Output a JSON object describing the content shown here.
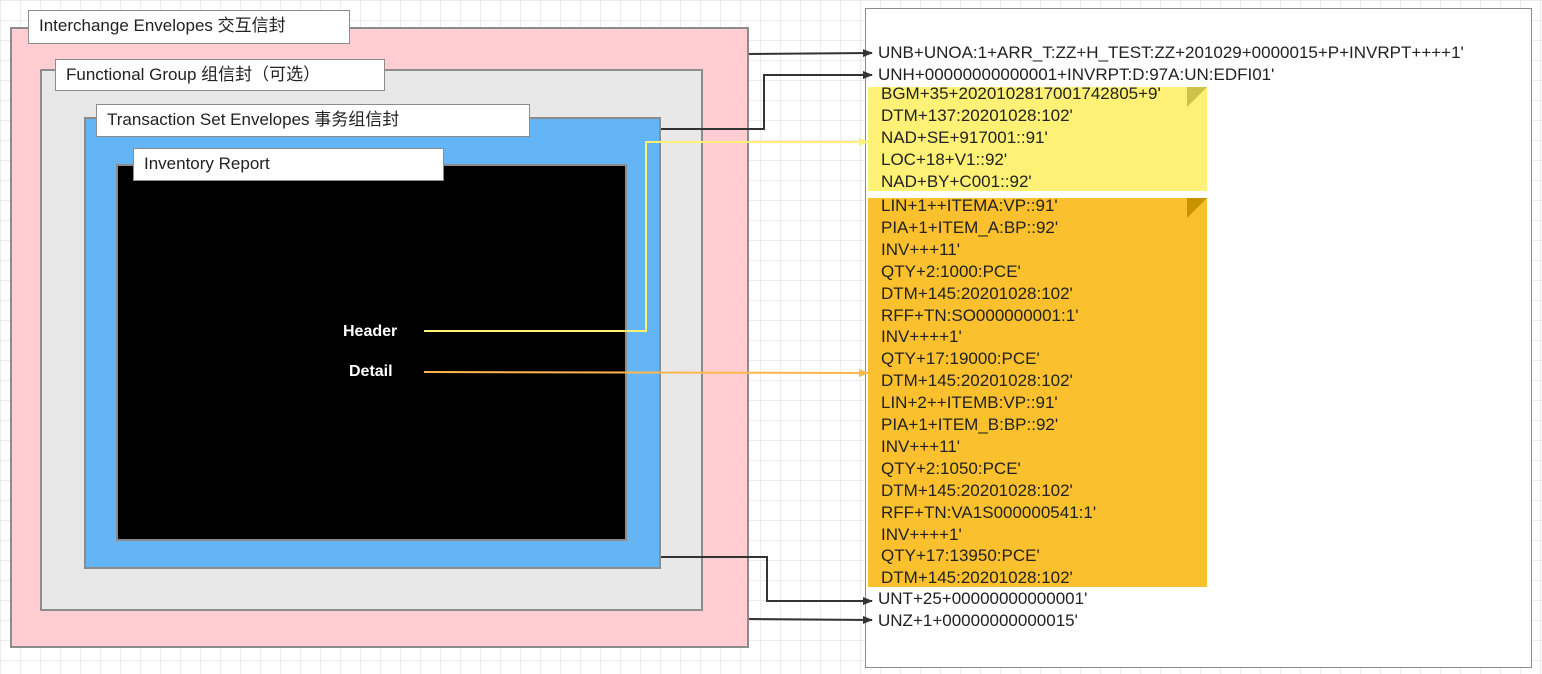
{
  "nesting": {
    "interchange_label": "Interchange Envelopes 交互信封",
    "functional_label": "Functional Group 组信封（可选）",
    "transaction_label": "Transaction Set Envelopes 事务组信封",
    "inventory_label": "Inventory Report",
    "header_label": "Header",
    "detail_label": "Detail"
  },
  "edi": {
    "unb": "UNB+UNOA:1+ARR_T:ZZ+H_TEST:ZZ+201029+0000015+P+INVRPT++++1'",
    "unh": "UNH+00000000000001+INVRPT:D:97A:UN:EDFI01'",
    "header_segments": [
      "BGM+35+2020102817001742805+9'",
      "DTM+137:20201028:102'",
      "NAD+SE+917001::91'",
      "LOC+18+V1::92'",
      "NAD+BY+C001::92'"
    ],
    "detail_segments": [
      "LIN+1++ITEMA:VP::91'",
      "PIA+1+ITEM_A:BP::92'",
      "INV+++11'",
      "QTY+2:1000:PCE'",
      "DTM+145:20201028:102'",
      "RFF+TN:SO000000001:1'",
      "INV++++1'",
      "QTY+17:19000:PCE'",
      "DTM+145:20201028:102'",
      "LIN+2++ITEMB:VP::91'",
      "PIA+1+ITEM_B:BP::92'",
      "INV+++11'",
      "QTY+2:1050:PCE'",
      "DTM+145:20201028:102'",
      "RFF+TN:VA1S000000541:1'",
      "INV++++1'",
      "QTY+17:13950:PCE'",
      "DTM+145:20201028:102'"
    ],
    "unt": "UNT+25+00000000000001'",
    "unz": "UNZ+1+00000000000015'"
  },
  "colors": {
    "interchange": "#ffcdd2",
    "functional": "#e8e8e8",
    "transaction": "#64b5f6",
    "inventory": "#000000",
    "header_note": "#fff176",
    "detail_note": "#fbc02d",
    "header_arrow": "#fff176",
    "detail_arrow": "#ffb74d"
  }
}
